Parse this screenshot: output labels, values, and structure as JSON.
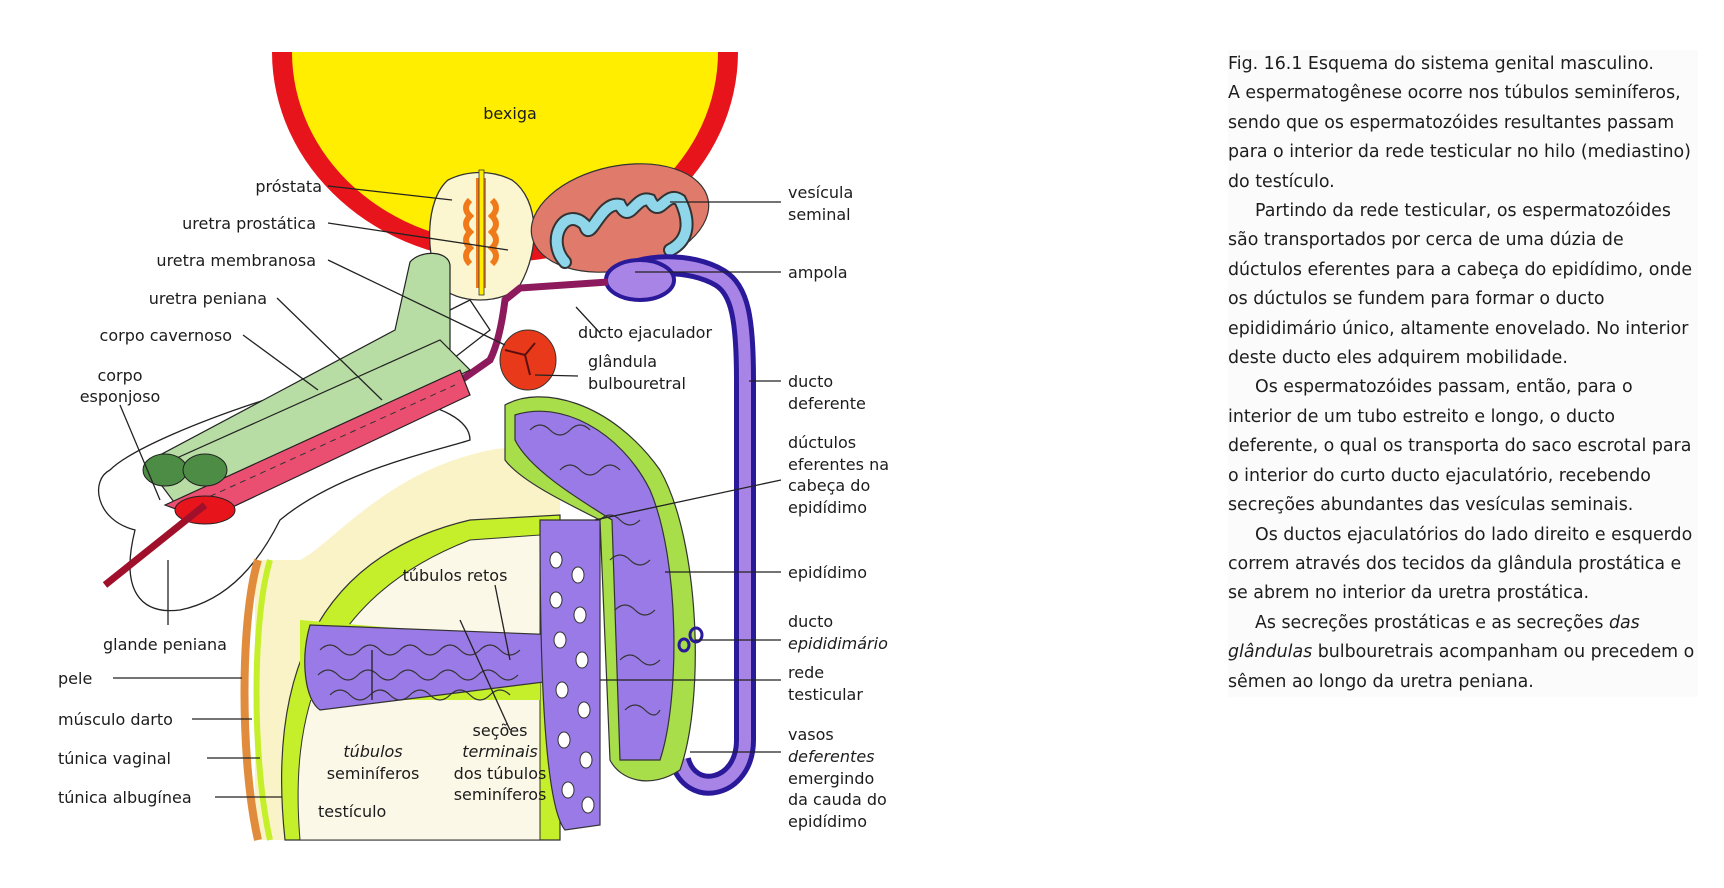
{
  "figure": {
    "labels": {
      "bexiga": "bexiga",
      "prostata": "próstata",
      "uretra_prostatica": "uretra prostática",
      "uretra_membranosa": "uretra membranosa",
      "uretra_peniana": "uretra peniana",
      "corpo_cavernoso": "corpo cavernoso",
      "corpo_esponjoso_1": "corpo",
      "corpo_esponjoso_2": "esponjoso",
      "glande_peniana": "glande peniana",
      "pele": "pele",
      "musculo_darto": "músculo darto",
      "tunica_vaginal": "túnica vaginal",
      "tunica_albuginea": "túnica albugínea",
      "testiculo": "testículo",
      "tubulos_seminiferos_1": "túbulos",
      "tubulos_seminiferos_2": "seminíferos",
      "tubulos_retos": "túbulos retos",
      "secoes_1": "seções",
      "secoes_2": "terminais",
      "secoes_3": "dos túbulos",
      "secoes_4": "seminíferos",
      "vesicula_1": "vesícula",
      "vesicula_2": "seminal",
      "ampola": "ampola",
      "ducto_ejaculador": "ducto ejaculador",
      "glandula_1": "glândula",
      "glandula_2": "bulbouretral",
      "ducto_deferente_1": "ducto",
      "ducto_deferente_2": "deferente",
      "ductulos_1": "dúctulos",
      "ductulos_2": "eferentes na",
      "ductulos_3": "cabeça do",
      "ductulos_4": "epidídimo",
      "epididimo": "epidídimo",
      "ducto_epid_1": "ducto",
      "ducto_epid_2": "epididimário",
      "rede_1": "rede",
      "rede_2": "testicular",
      "vasos_1": "vasos",
      "vasos_2": "deferentes",
      "vasos_3": "emergindo",
      "vasos_4": "da cauda do",
      "vasos_5": "epidídimo"
    },
    "colors": {
      "bladder": "#ffee00",
      "bladder_wall": "#e8141b",
      "prostate": "#fbf6cf",
      "urethra_orange": "#f07a1a",
      "seminal_vesicle": "#e07a6a",
      "vesicle_tube": "#8fd6ea",
      "ampulla": "#a884e6",
      "vas_deferens_outline": "#2a1a9a",
      "ejac_duct": "#8c1a5c",
      "bulbourethral": "#e83a1a",
      "cavernosum": "#b7dca4",
      "cavernosum_dark": "#4d8c44",
      "spongiosum": "#ea4f72",
      "epididymis_green": "#a9de4b",
      "tubule_purple": "#9a7ae6",
      "testis_bg": "#fbf8e8",
      "tunica_green": "#c4ef2a",
      "darto_orange": "#e08c3c",
      "skin": "#fbf3c8"
    }
  },
  "caption": {
    "title": "Fig. 16.1 Esquema do sistema genital masculino.",
    "p1": "A espermatogênese ocorre nos túbulos seminíferos, sendo que os espermatozóides resultantes passam para o interior da rede testicular no hilo (mediastino) do testículo.",
    "p2": "Partindo da rede testicular, os espermatozóides são transportados por cerca de uma dúzia de dúctulos eferentes para a cabeça do epidídimo, onde os dúctulos se fundem para formar o ducto epididimário único, altamente enovelado. No interior deste ducto eles adquirem mobilidade.",
    "p3": "Os espermatozóides passam, então, para o interior de um tubo estreito e longo, o ducto deferente, o qual os transporta do saco escrotal para o interior do curto ducto ejaculatório, recebendo secreções abundantes das vesículas seminais.",
    "p4": "Os ductos ejaculatórios do lado direito e esquerdo correm através dos tecidos da glândula prostática e se abrem no interior da uretra prostática.",
    "p5_lead": "As secreções prostáticas e as secreções",
    "p5_italic": "das glândulas",
    "p5_rest": "bulbouretrais acompanham ou precedem o sêmen ao longo da uretra peniana."
  }
}
